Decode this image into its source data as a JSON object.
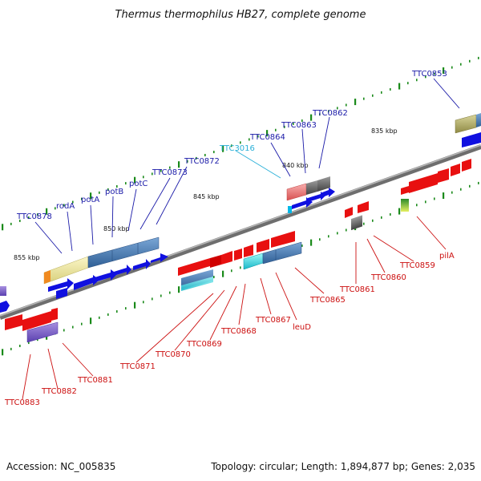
{
  "title": "Thermus thermophilus HB27, complete genome",
  "footer": {
    "accession": "Accession: NC_005835",
    "topology": "Topology: circular; Length: 1,894,877 bp; Genes: 2,035"
  },
  "scale_labels": [
    "835 kbp",
    "840 kbp",
    "845 kbp",
    "850 kbp",
    "855 kbp"
  ],
  "colors": {
    "backbone": "#7a7a7a",
    "tick": "#1a8a1a",
    "forward_label": "#1a1aa8",
    "reverse_label": "#cc1010",
    "highlight_label": "#2ab0d8"
  },
  "forward_labels": [
    "TTC0853",
    "TTC0862",
    "TTC0863",
    "TTC0864",
    "TTC3016",
    "TTC0872",
    "TTC0873",
    "potC",
    "potB",
    "potA",
    "rodA",
    "TTC0878"
  ],
  "reverse_labels": [
    "pilA",
    "TTC0859",
    "TTC0860",
    "TTC0861",
    "TTC0865",
    "leuD",
    "TTC0867",
    "TTC0868",
    "TTC0869",
    "TTC0870",
    "TTC0871",
    "TTC0881",
    "TTC0882",
    "TTC0883"
  ]
}
